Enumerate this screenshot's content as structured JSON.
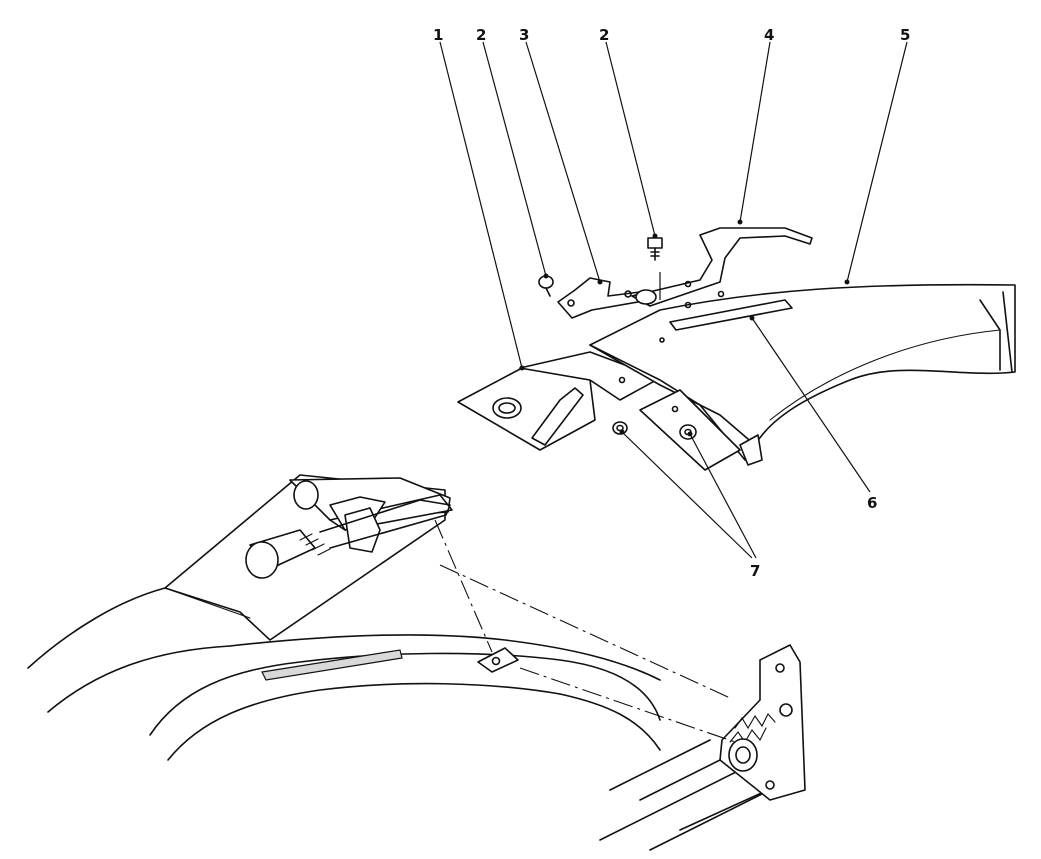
{
  "callouts": [
    "1",
    "2",
    "3",
    "2",
    "4",
    "5",
    "6",
    "7"
  ],
  "colors": {
    "ink": "#111111",
    "paper": "#ffffff"
  }
}
